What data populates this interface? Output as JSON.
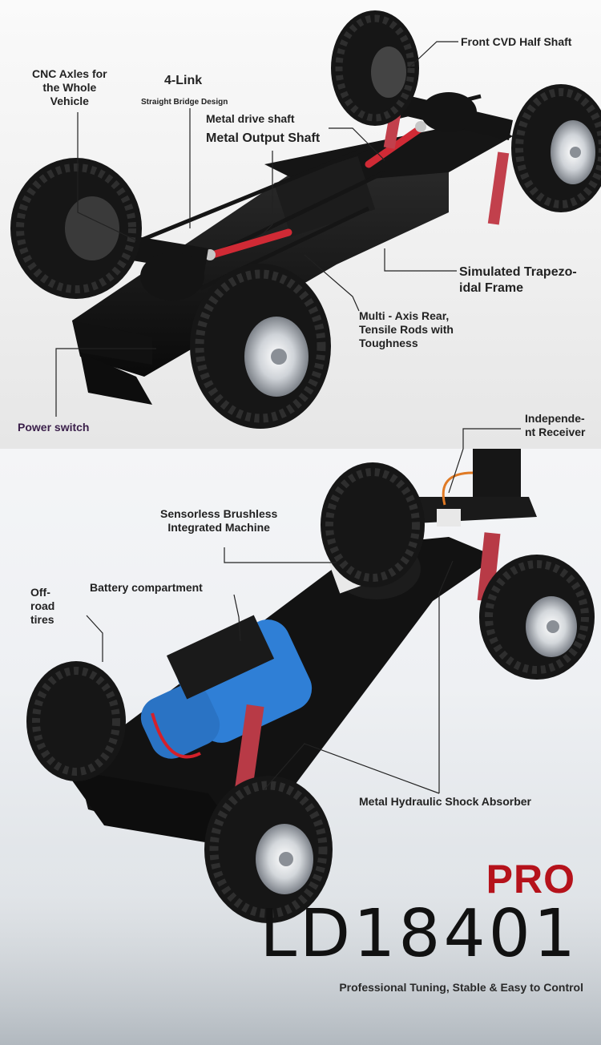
{
  "labels": {
    "cnc_axles": "CNC Axles for\nthe Whole\nVehicle",
    "four_link": "4-Link",
    "straight_bridge": "Straight Bridge Design",
    "front_cvd": "Front CVD Half Shaft",
    "metal_drive_shaft": "Metal drive shaft",
    "metal_output_shaft": "Metal Output Shaft",
    "simulated_frame": "Simulated Trapezo-\nidal Frame",
    "multi_axis": "Multi - Axis Rear,\nTensile Rods with\nToughness",
    "power_switch": "Power switch",
    "independent_receiver": "Independe-\nnt Receiver",
    "brushless": "Sensorless Brushless\nIntegrated Machine",
    "battery": "Battery compartment",
    "offroad": "Off-\nroad\ntires",
    "shock": "Metal Hydraulic Shock Absorber"
  },
  "brand": {
    "pro": "PRO",
    "model": "LD18401",
    "tagline": "Professional Tuning, Stable & Easy to Control"
  },
  "colors": {
    "accent_red": "#b5121b",
    "label_purple": "#3a1f4a",
    "battery_blue": "#2f7fd6",
    "shock_red": "#b83a46"
  }
}
